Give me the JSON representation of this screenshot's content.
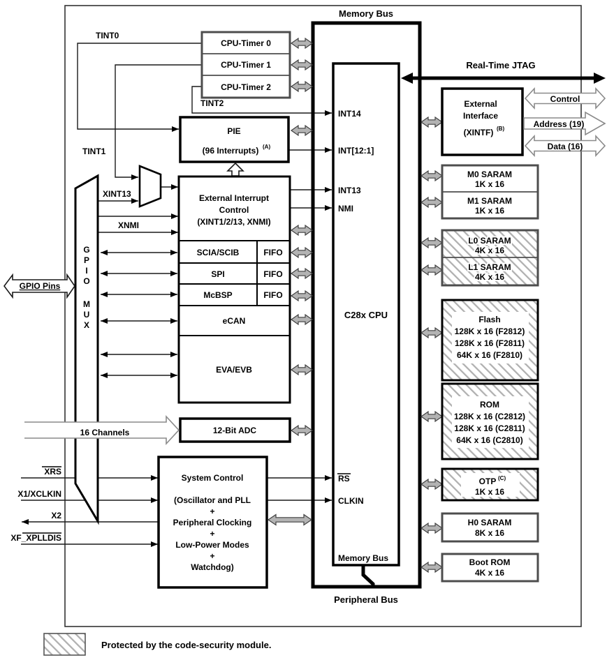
{
  "buses": {
    "memory_top": "Memory Bus",
    "memory_inner": "Memory Bus",
    "peripheral": "Peripheral Bus",
    "jtag": "Real-Time JTAG"
  },
  "timers": {
    "t0": "CPU-Timer 0",
    "t1": "CPU-Timer 1",
    "t2": "CPU-Timer 2"
  },
  "signals": {
    "tint0": "TINT0",
    "tint1": "TINT1",
    "tint2": "TINT2",
    "xint13": "XINT13",
    "xnmi": "XNMI",
    "gpio_pins": "GPIO Pins",
    "channels": "16 Channels",
    "xrs": "XRS",
    "x1": "X1/XCLKIN",
    "x2": "X2",
    "xf": "XF_XPLLDIS"
  },
  "pie": {
    "name": "PIE",
    "sub": "(96 Interrupts)",
    "sup": "(A)"
  },
  "extint": {
    "l1": "External Interrupt",
    "l2": "Control",
    "l3": "(XINT1/2/13, XNMI)"
  },
  "peripherals": {
    "sci": "SCIA/SCIB",
    "spi": "SPI",
    "mcbsp": "McBSP",
    "fifo": "FIFO",
    "ecan": "eCAN",
    "ev": "EVA/EVB",
    "adc": "12-Bit ADC"
  },
  "gpio_mux": {
    "letters": [
      "G",
      "P",
      "I",
      "O",
      "M",
      "U",
      "X"
    ]
  },
  "cpu": {
    "int14": "INT14",
    "int12": "INT[12:1]",
    "int13": "INT13",
    "nmi": "NMI",
    "name": "C28x CPU",
    "rs": "RS",
    "clkin": "CLKIN"
  },
  "sysctl": {
    "l1": "System Control",
    "l2": "(Oscillator and PLL",
    "plus": "+",
    "l3": "Peripheral Clocking",
    "l4": "Low-Power Modes",
    "l5": "Watchdog)"
  },
  "xintf": {
    "l1": "External",
    "l2": "Interface",
    "l3": "(XINTF)",
    "sup": "(B)",
    "control": "Control",
    "address": "Address (19)",
    "data": "Data (16)"
  },
  "mem": {
    "m0a": "M0 SARAM",
    "m0b": "1K x 16",
    "m1a": "M1 SARAM",
    "m1b": "1K x 16",
    "l0a": "L0 SARAM",
    "l0b": "4K x 16",
    "l1a": "L1 SARAM",
    "l1b": "4K x 16",
    "flash_t": "Flash",
    "flash_1": "128K x 16 (F2812)",
    "flash_2": "128K x 16 (F2811)",
    "flash_3": "64K x 16 (F2810)",
    "rom_t": "ROM",
    "rom_1": "128K x 16 (C2812)",
    "rom_2": "128K x 16 (C2811)",
    "rom_3": "64K x 16 (C2810)",
    "otp_t": "OTP",
    "otp_sup": "(C)",
    "otp_b": "1K x 16",
    "h0a": "H0 SARAM",
    "h0b": "8K x 16",
    "boota": "Boot ROM",
    "bootb": "4K x 16"
  },
  "legend": {
    "text": "Protected by the code-security module."
  },
  "colors": {
    "gray_arrow_fill": "#b3b3b3",
    "hatch_stripe": "#b0b0b0",
    "line": "#000000",
    "gray_border": "#4d4d4d"
  }
}
